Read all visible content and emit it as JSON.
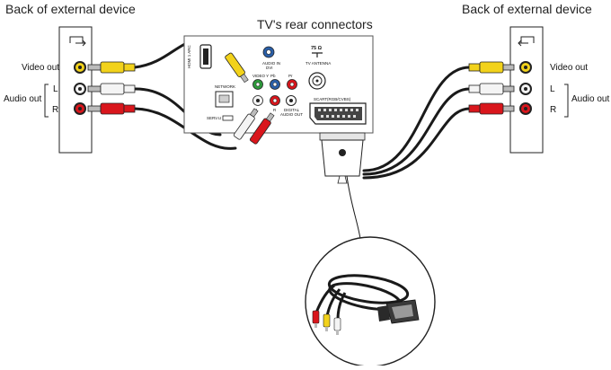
{
  "headers": {
    "left_device": "Back of external device",
    "right_device": "Back of external device",
    "tv": "TV's rear connectors"
  },
  "left_panel": {
    "video_out": "Video out",
    "audio_out": "Audio out",
    "l": "L",
    "r": "R"
  },
  "right_panel": {
    "video_out": "Video out",
    "audio_out": "Audio out",
    "l": "L",
    "r": "R"
  },
  "tv_panel": {
    "hdmi": "HDMI 1 ARC",
    "audio_in": "AUDIO IN",
    "audio_in_sub": "DVI",
    "antenna_ohm": "75 Ω",
    "tv_antenna": "TV ANTENNA",
    "network": "NETWORK",
    "serv_u": "SERV.U",
    "ypbpr_y": "VIDEO Y",
    "ypbpr_pb": "Pb",
    "ypbpr_pr": "Pr",
    "l": "L",
    "r": "R",
    "digital_audio_out_1": "DIGITAL",
    "digital_audio_out_2": "AUDIO OUT",
    "scart": "SCART",
    "scart_sub": "(RGB/CVBS)"
  },
  "colors": {
    "yellow": "#f2d21b",
    "white": "#f4f4f4",
    "red": "#d9161c",
    "cable": "#1a1a1a"
  }
}
